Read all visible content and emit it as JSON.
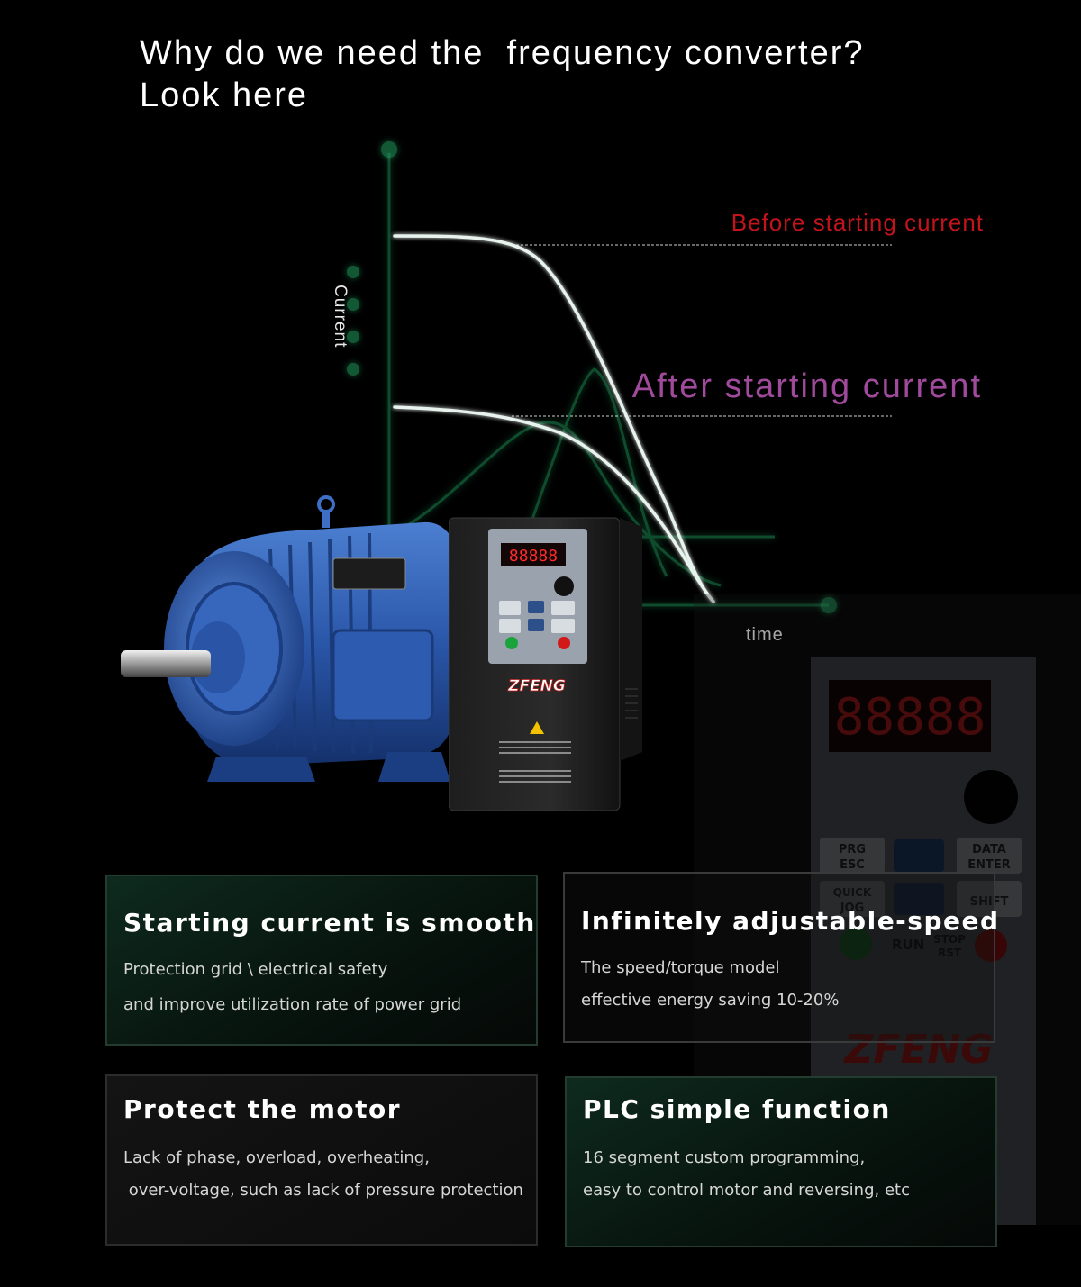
{
  "headline": {
    "line1": "Why do we need the  frequency converter?",
    "line2": "Look here"
  },
  "graph": {
    "before_label": "Before starting current",
    "after_label": "After starting current",
    "y_axis_label": "Current",
    "x_axis_label": "time"
  },
  "product": {
    "brand": "ZFENG",
    "display": "88888",
    "keys": {
      "prg": "PRG",
      "esc": "ESC",
      "quick": "QUICK",
      "jog": "JOG",
      "data": "DATA",
      "enter": "ENTER",
      "shift": "SHIFT",
      "run": "RUN",
      "stop": "STOP",
      "rst": "RST"
    }
  },
  "features": [
    {
      "title": "Starting current is smooth",
      "line1": "Protection grid \\ electrical safety",
      "line2": "and improve utilization rate of power grid"
    },
    {
      "title": "Infinitely adjustable-speed",
      "line1": "The speed/torque model",
      "line2": "effective energy saving 10-20%"
    },
    {
      "title": "Protect the motor",
      "line1": "Lack of phase, overload, overheating,",
      "line2": " over-voltage, such as lack of pressure protection"
    },
    {
      "title": "PLC simple function",
      "line1": "16 segment custom programming,",
      "line2": "easy to control motor and reversing, etc"
    }
  ],
  "colors": {
    "before_label": "#c2141a",
    "after_label": "#a04a9c",
    "axis_glow": "#3fd98a"
  }
}
